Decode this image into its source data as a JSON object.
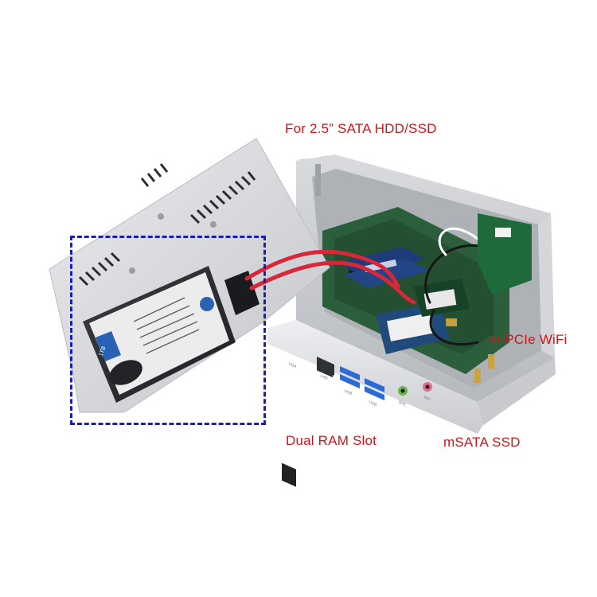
{
  "labels": {
    "hdd_ssd": "For 2.5” SATA HDD/SSD",
    "wifi": "m-PCIe WiFi",
    "ram": "Dual RAM Slot",
    "msata": "mSATA SSD"
  },
  "hdd": {
    "capacity": "1TB"
  },
  "ports": {
    "vga": "VGA",
    "lan": "LAN",
    "usb": "USB",
    "spk": "SPK",
    "mic": "MIC"
  },
  "colors": {
    "label_red": "#d0161b",
    "dashed_blue": "#1a1fb0",
    "sata_cable": "#d8263a",
    "hdd_label_blue": "#2a62b3",
    "usb3_blue": "#2a6bd6"
  }
}
